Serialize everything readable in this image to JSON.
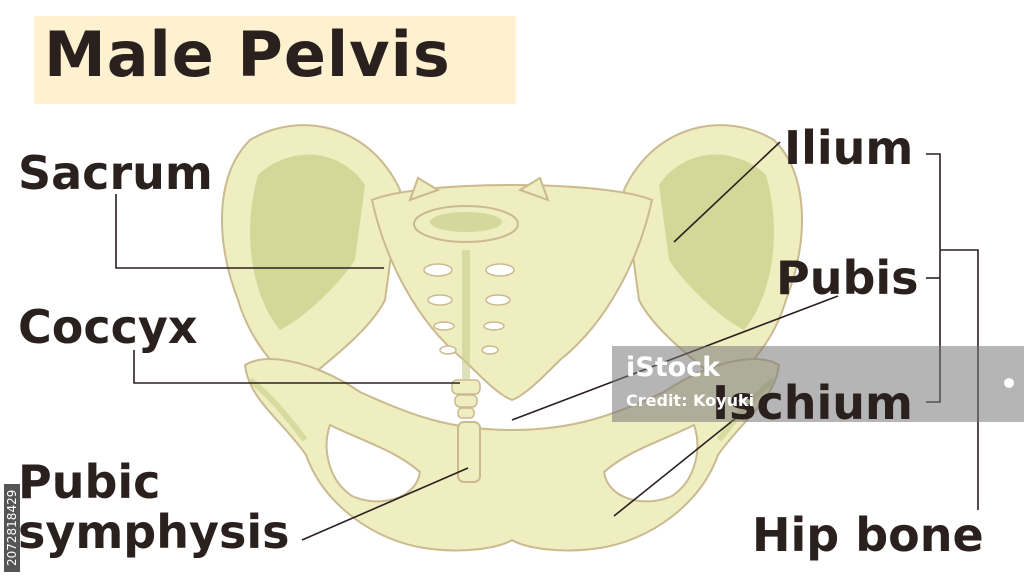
{
  "title": "Male Pelvis",
  "labels": {
    "sacrum": "Sacrum",
    "coccyx": "Coccyx",
    "pubic_line1": "Pubic",
    "pubic_line2": "symphysis",
    "ilium": "Ilium",
    "pubis": "Pubis",
    "ischium": "Ischium",
    "hip_bone": "Hip bone"
  },
  "watermark": {
    "logo": "iStock",
    "credit": "Credit: Koyuki",
    "stock_id": "2072818429"
  },
  "colors": {
    "bone_fill": "#eeeec0",
    "bone_shade": "#c9cf8a",
    "bone_outline": "#cbb98f",
    "text": "#2a211f",
    "title_bg": "#fdf1cf"
  }
}
